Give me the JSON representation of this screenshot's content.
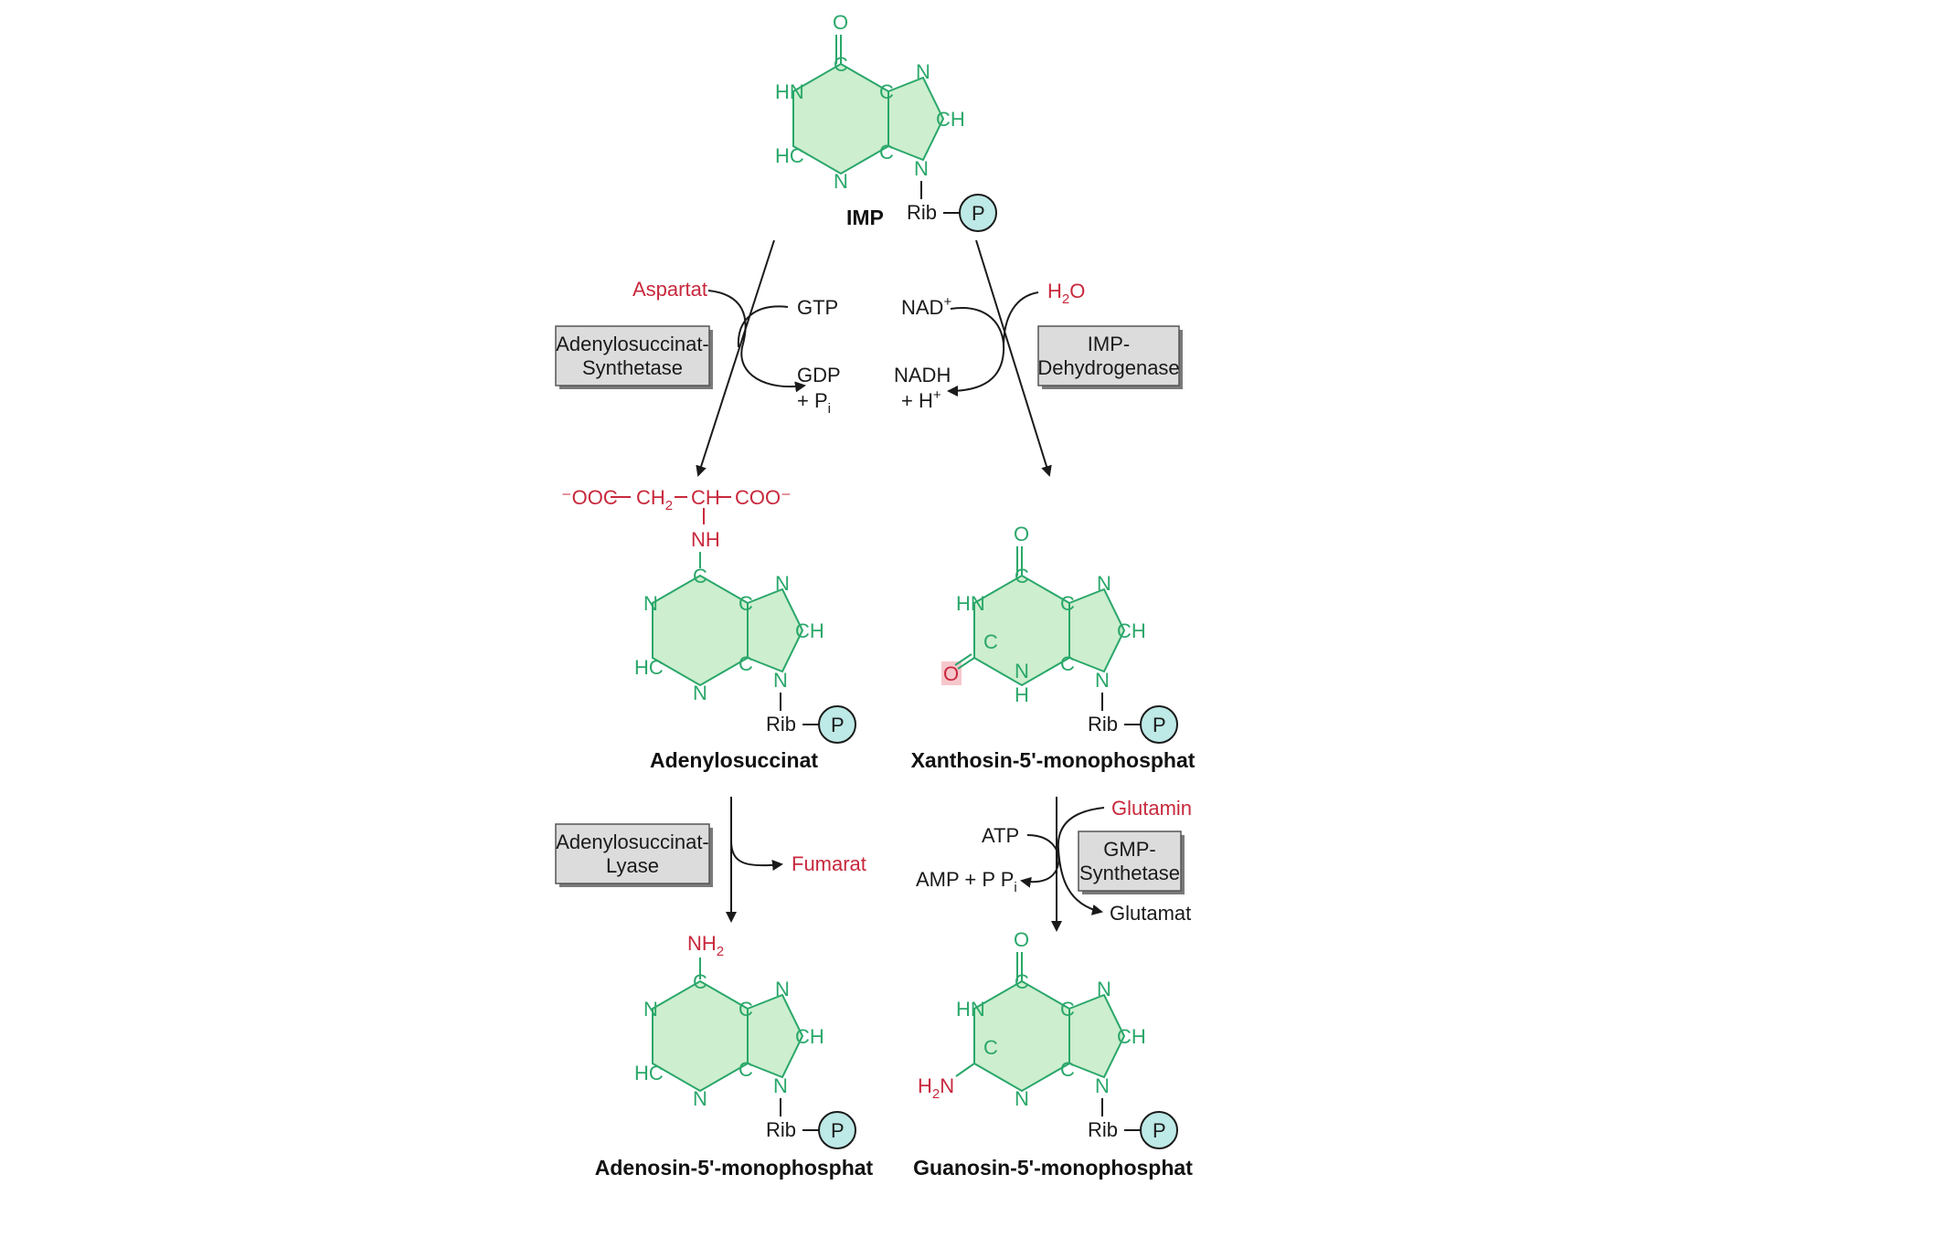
{
  "colors": {
    "ring_fill": "#cdeecf",
    "ring_line": "#2aa76a",
    "atom_text": "#2aa76a",
    "highlight_red": "#c8283c",
    "highlight_pink": "#f6c7cc",
    "phosphate_fill": "#bde9e6",
    "enzyme_box_fill": "#dcdcdc",
    "arrow": "#1a1a1a"
  },
  "molecules": {
    "imp": "IMP",
    "adenylosuccinat": "Adenylosuccinat",
    "xmp": "Xanthosin-5'-monophosphat",
    "amp": "Adenosin-5'-monophosphat",
    "gmp": "Guanosin-5'-monophosphat"
  },
  "enzymes": {
    "adss_line1": "Adenylosuccinat-",
    "adss_line2": "Synthetase",
    "impdh_line1": "IMP-",
    "impdh_line2": "Dehydrogenase",
    "adsl_line1": "Adenylosuccinat-",
    "adsl_line2": "Lyase",
    "gmps_line1": "GMP-",
    "gmps_line2": "Synthetase"
  },
  "cofactors": {
    "aspartat": "Aspartat",
    "gtp": "GTP",
    "gdp": "GDP",
    "pi_plus": "+ P",
    "pi_sub": "i",
    "nad": "NAD",
    "nad_sup": "+",
    "nadh": "NADH",
    "h_plus": "+ H",
    "h_sup": "+",
    "h2o_h": "H",
    "h2o_sub": "2",
    "h2o_o": "O",
    "fumarat": "Fumarat",
    "atp": "ATP",
    "amp_ppi": "AMP + P P",
    "amp_ppi_sub": "i",
    "glutamin": "Glutamin",
    "glutamat": "Glutamat"
  },
  "atoms": {
    "O": "O",
    "C": "C",
    "N": "N",
    "HN": "HN",
    "HC": "HC",
    "CH": "CH",
    "H": "H",
    "rib": "Rib",
    "P": "P",
    "NH": "NH",
    "nh2_n": "NH",
    "nh2_sub": "2",
    "h2n_h": "H",
    "h2n_sub": "2",
    "h2n_n": "N"
  },
  "side_chain": {
    "ooc": "⁻OOC",
    "ch2": "CH",
    "ch2_sub": "2",
    "ch": "CH",
    "coo": "COO⁻"
  }
}
